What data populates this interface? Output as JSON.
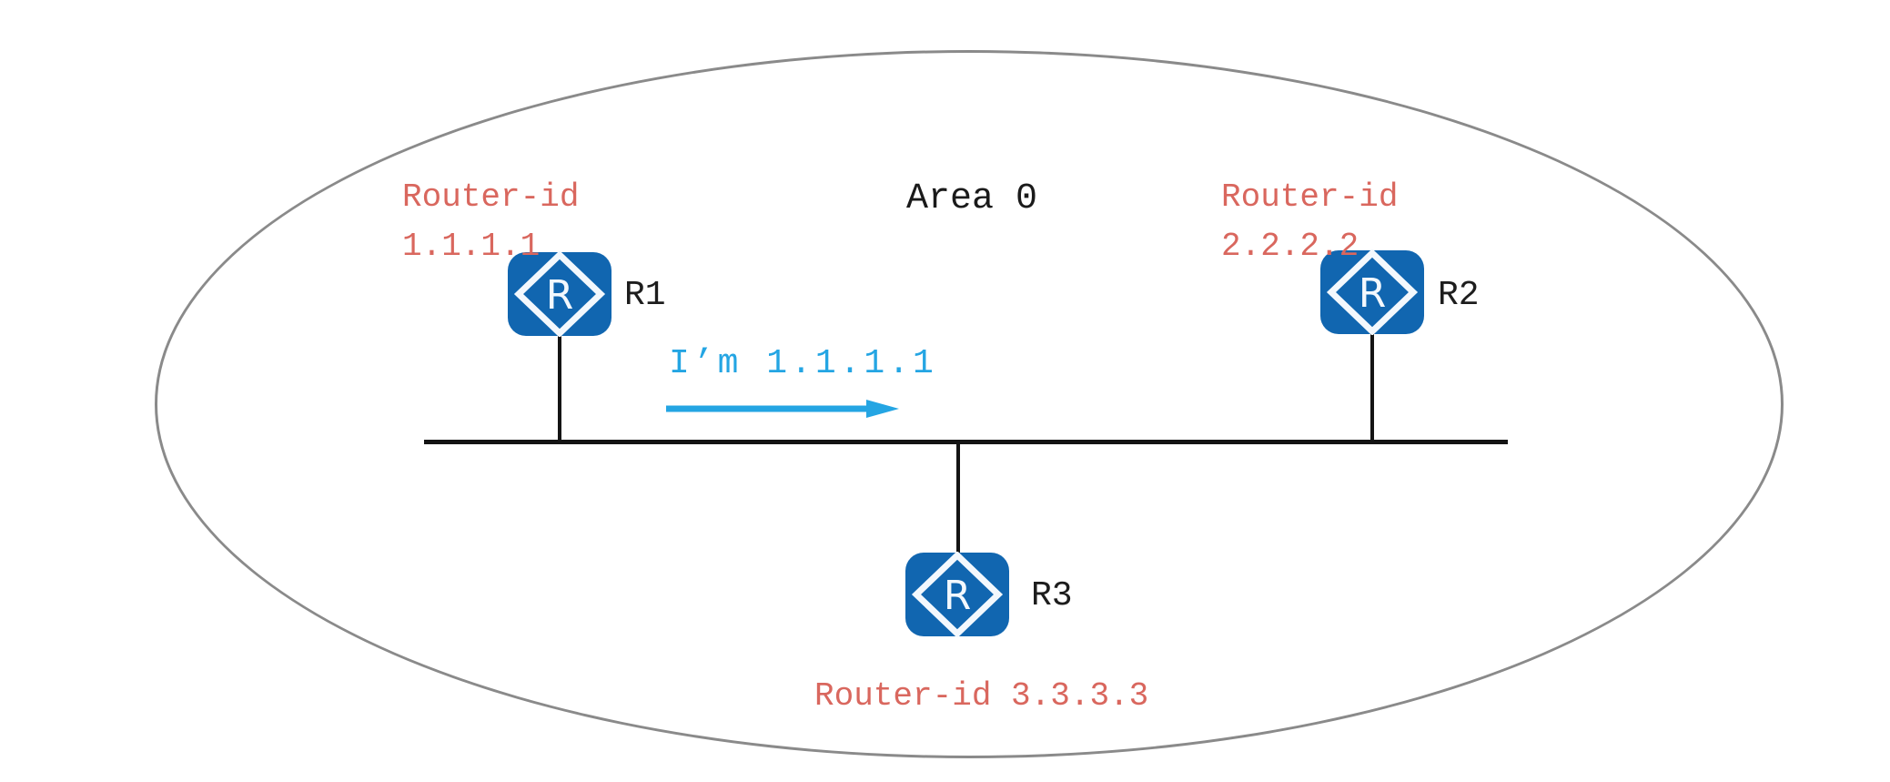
{
  "area": {
    "label": "Area 0"
  },
  "routers": {
    "r1": {
      "name": "R1",
      "id_caption": "Router-id",
      "id_value": "1.1.1.1"
    },
    "r2": {
      "name": "R2",
      "id_caption": "Router-id",
      "id_value": "2.2.2.2"
    },
    "r3": {
      "name": "R3",
      "id_caption": "Router-id 3.3.3.3"
    }
  },
  "hello_message": {
    "text": "I’m 1.1.1.1",
    "direction": "right"
  },
  "icons": {
    "router_glyph": "R"
  },
  "colors": {
    "router_blue": "#1166b0",
    "label_red": "#d9675e",
    "message_blue": "#24a5e3",
    "ellipse_gray": "#8a8a8a",
    "line_black": "#141414"
  }
}
